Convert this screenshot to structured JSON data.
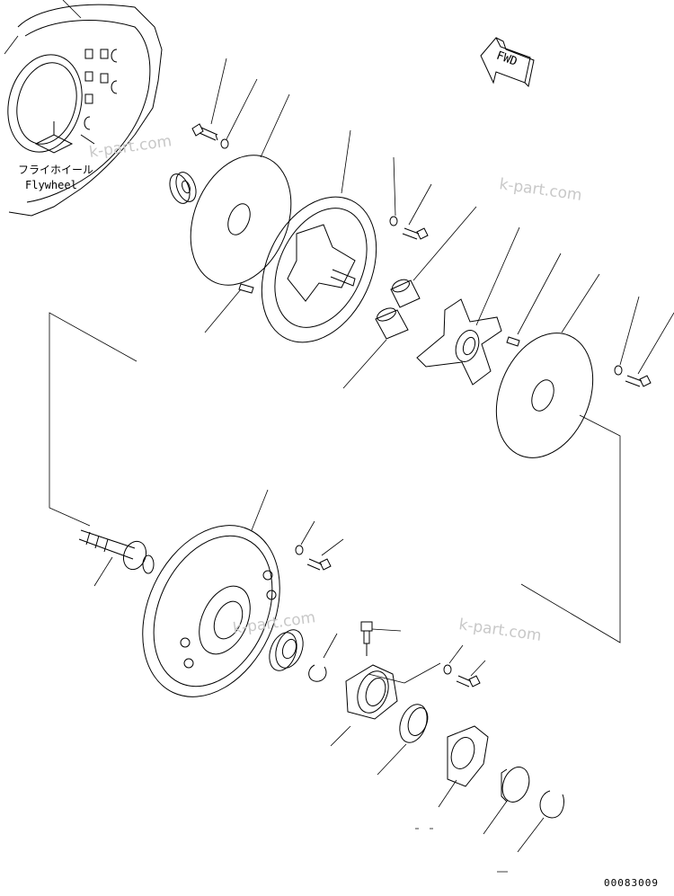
{
  "labels": {
    "flywheel_jp": "フライホイール",
    "flywheel_en": "Flywheel",
    "fwd": "FWD",
    "drawing_number": "00083009"
  },
  "watermarks": [
    "k-part.com",
    "k-part.com",
    "k-part.com",
    "k-part.com"
  ]
}
